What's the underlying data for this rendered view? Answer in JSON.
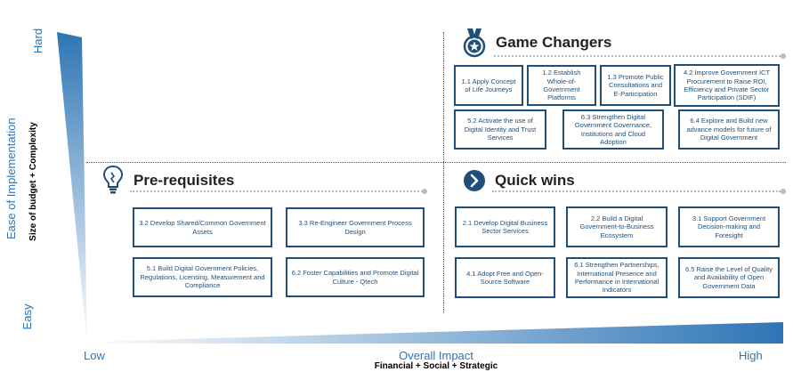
{
  "axes": {
    "y_top": "Hard",
    "y_bottom": "Easy",
    "y_title": "Ease of Implementation",
    "y_subtitle": "Size of budget + Complexity",
    "x_left": "Low",
    "x_right": "High",
    "x_title": "Overall Impact",
    "x_subtitle": "Financial + Social + Strategic"
  },
  "colors": {
    "axis_blue": "#2E75B6",
    "box_border": "#1F4E79",
    "box_text": "#1F4E79"
  },
  "quadrants": {
    "game_changers": {
      "title": "Game Changers",
      "icon": "medal-icon",
      "items": [
        "1.1 Apply Concept of Life Journeys",
        "1.2 Establish Whole-of-Government Platforms",
        "1.3 Promote Public Consultations and E-Participation",
        "4.2 Improve Government ICT Procurement to Raise ROI, Efficiency and Private Sector Participation (SDIF)",
        "5.2 Activate the use of Digital Identity and Trust Services",
        "6.3 Strengthen Digital Government Governance, Institutions and Cloud Adoption",
        "6.4 Explore and Build new advance models for future of Digital Government"
      ]
    },
    "prerequisites": {
      "title": "Pre-requisites",
      "icon": "lightbulb-icon",
      "items": [
        "3.2 Develop Shared/Common Government Assets",
        "3.3 Re-Engineer Government Process Design",
        "5.1 Build Digital Government Policies, Regulations, Licensing, Measurement and Compliance",
        "6.2 Foster Capabilities and Promote Digital Culture - Qtech"
      ]
    },
    "quick_wins": {
      "title": "Quick wins",
      "icon": "chevron-right-icon",
      "items": [
        "2.1 Develop Digital Business Sector Services",
        "2.2 Build a Digital Government-to-Business Ecosystem",
        "3.1 Support Government Decision-making and Foresight",
        "4.1 Adopt Free and Open-Source Software",
        "6.1 Strengthen Partnerships, International Presence and Performance in International Indicators",
        "6.5 Raise the Level of Quality and Availability of Open Government Data"
      ]
    }
  }
}
